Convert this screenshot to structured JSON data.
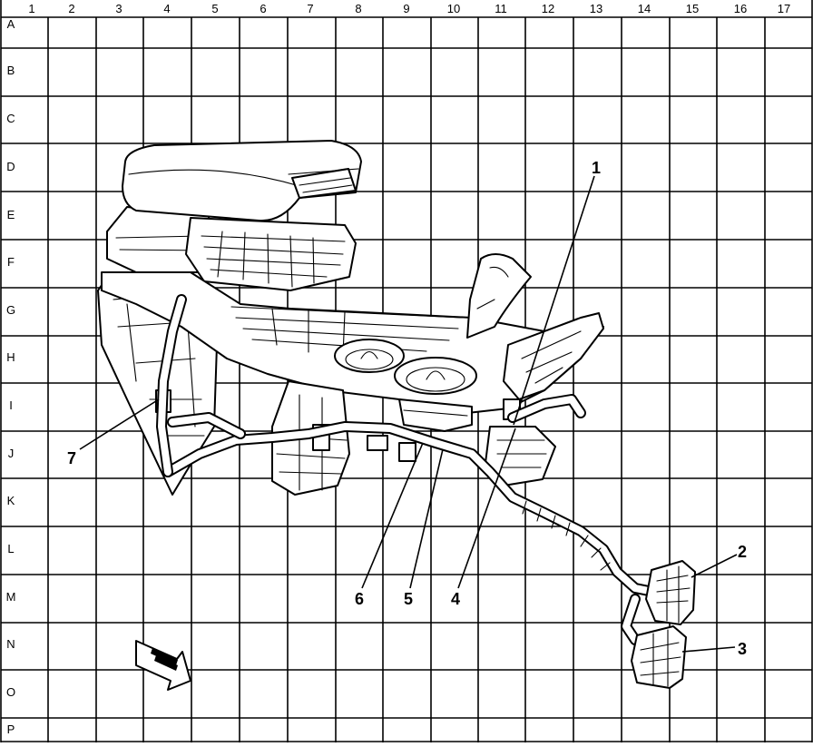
{
  "grid": {
    "columns": [
      "1",
      "2",
      "3",
      "4",
      "5",
      "6",
      "7",
      "8",
      "9",
      "10",
      "11",
      "12",
      "13",
      "14",
      "15",
      "16",
      "17"
    ],
    "rows": [
      "A",
      "B",
      "C",
      "D",
      "E",
      "F",
      "G",
      "H",
      "I",
      "J",
      "K",
      "L",
      "M",
      "N",
      "O",
      "P"
    ]
  },
  "callouts": {
    "c1": "1",
    "c2": "2",
    "c3": "3",
    "c4": "4",
    "c5": "5",
    "c6": "6",
    "c7": "7"
  },
  "icons": {
    "front_arrow": "forward-direction-arrow-icon"
  }
}
